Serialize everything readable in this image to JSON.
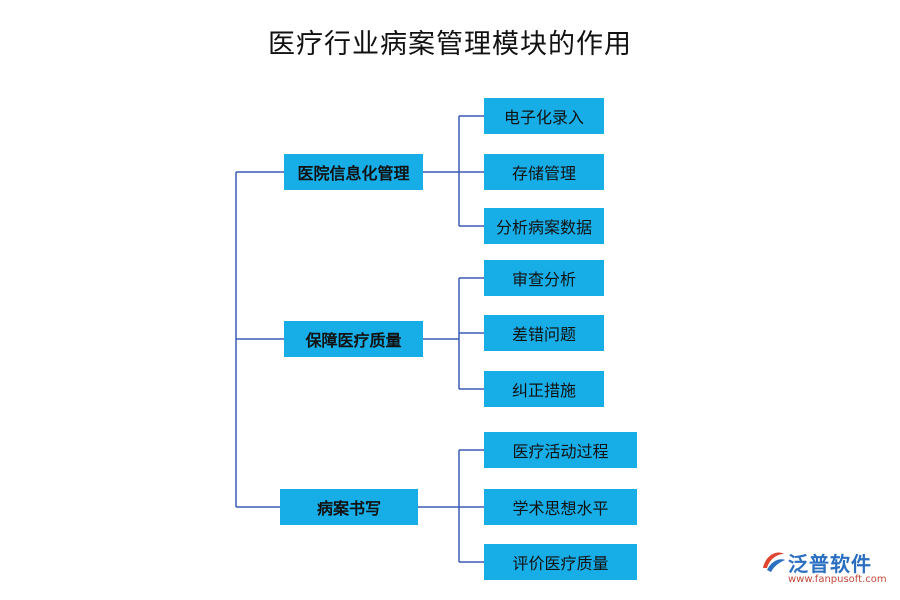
{
  "title": "医疗行业病案管理模块的作用",
  "branches": [
    {
      "label": "医院信息化管理",
      "children": [
        "电子化录入",
        "存储管理",
        "分析病案数据"
      ]
    },
    {
      "label": "保障医疗质量",
      "children": [
        "审查分析",
        "差错问题",
        "纠正措施"
      ]
    },
    {
      "label": "病案书写",
      "children": [
        "医疗活动过程",
        "学术思想水平",
        "评价医疗质量"
      ]
    }
  ],
  "colors": {
    "node_fill": "#17aee8",
    "line": "#3a5bb5"
  },
  "logo": {
    "name": "泛普软件",
    "url": "www.fanpusoft.com"
  }
}
